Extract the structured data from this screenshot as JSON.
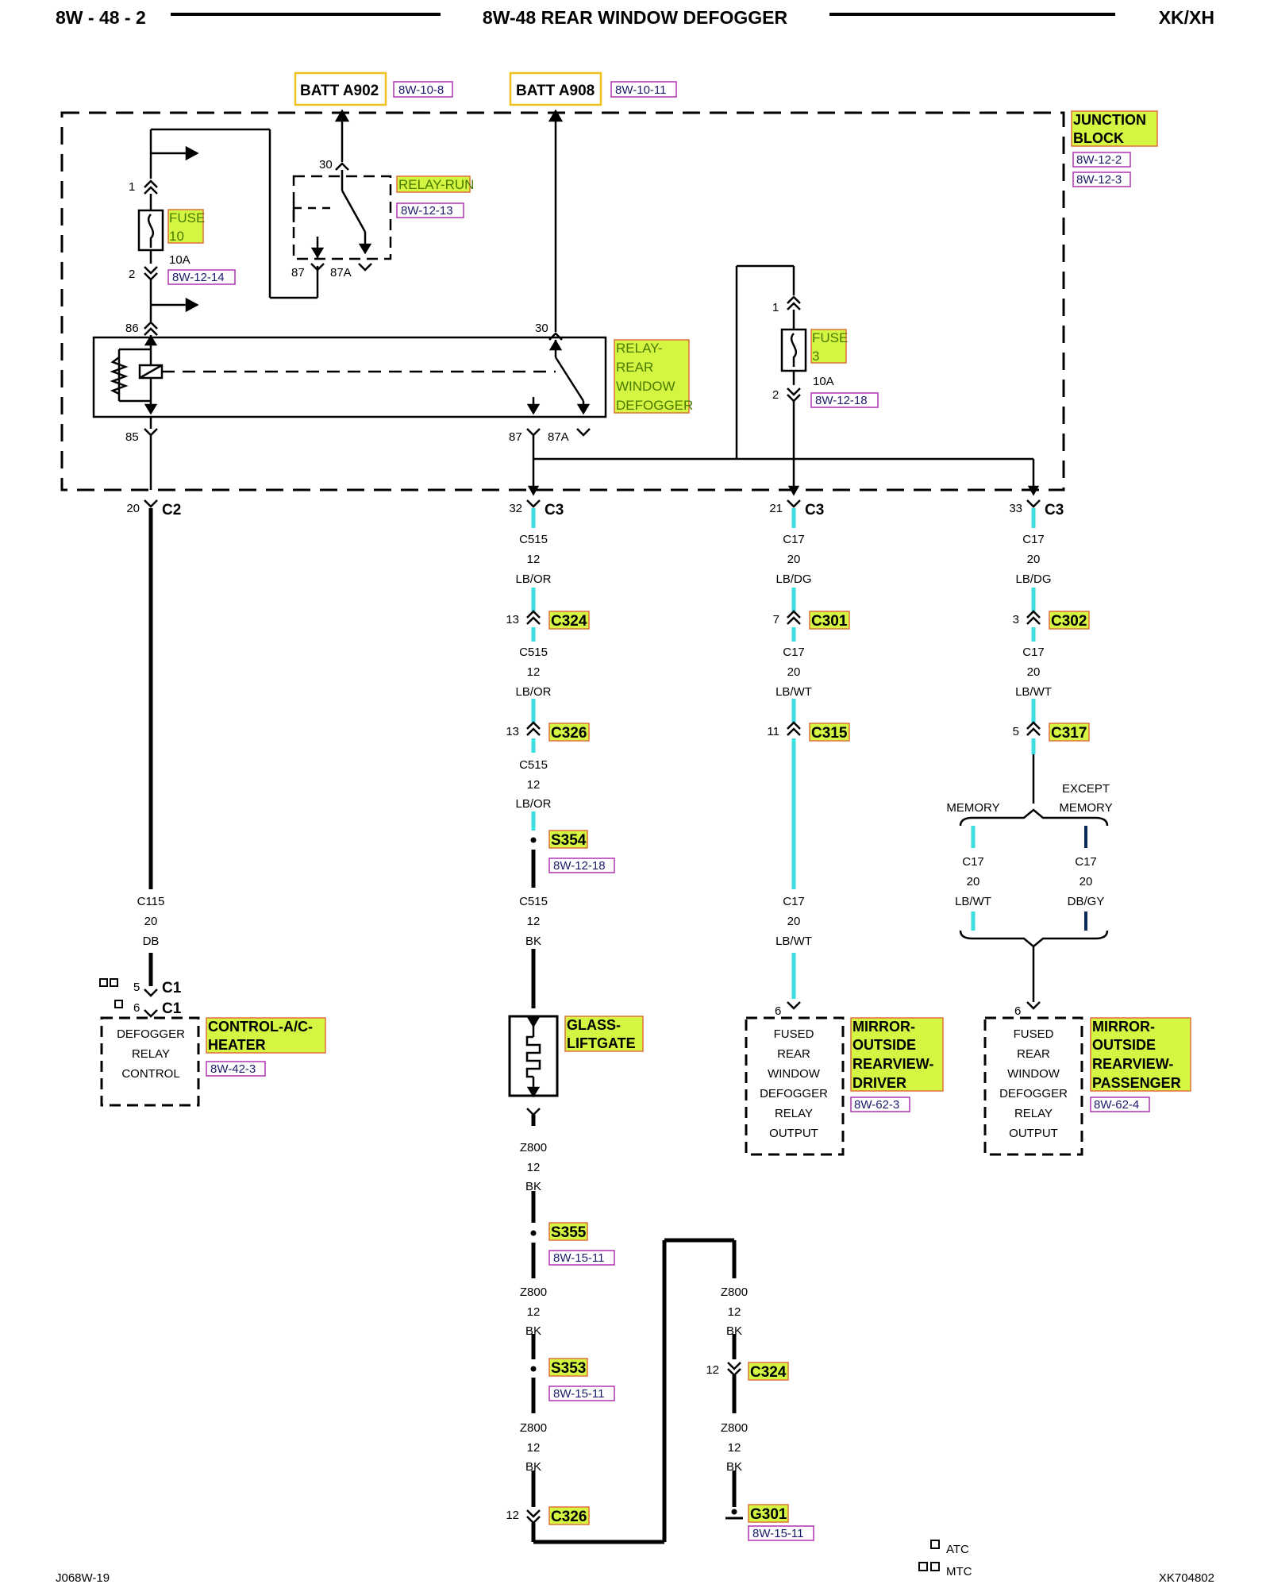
{
  "header": {
    "page_number": "8W - 48 - 2",
    "title": "8W-48 REAR WINDOW DEFOGGER",
    "model": "XK/XH"
  },
  "footer": {
    "left_code": "J068W-19",
    "right_code": "XK704802",
    "legend_atc": "ATC",
    "legend_mtc": "MTC"
  },
  "sources": {
    "batt_a902": "BATT A902",
    "batt_a902_ref": "8W-10-8",
    "batt_a908": "BATT A908",
    "batt_a908_ref": "8W-10-11"
  },
  "junction_block": {
    "title_line1": "JUNCTION",
    "title_line2": "BLOCK",
    "ref1": "8W-12-2",
    "ref2": "8W-12-3"
  },
  "relay_run": {
    "label": "RELAY-RUN",
    "ref": "8W-12-13",
    "pin30": "30",
    "pin87": "87",
    "pin87a": "87A"
  },
  "fuse10": {
    "label_line1": "FUSE",
    "label_line2": "10",
    "rating": "10A",
    "ref": "8W-12-14",
    "pin1": "1",
    "pin2": "2"
  },
  "fuse3": {
    "label_line1": "FUSE",
    "label_line2": "3",
    "rating": "10A",
    "ref": "8W-12-18",
    "pin1": "1",
    "pin2": "2"
  },
  "relay_defog": {
    "label_line1": "RELAY-",
    "label_line2": "REAR",
    "label_line3": "WINDOW",
    "label_line4": "DEFOGGER",
    "pin86": "86",
    "pin85": "85",
    "pin30": "30",
    "pin87": "87",
    "pin87a": "87A"
  },
  "connectors": {
    "c2_pin": "20",
    "c2": "C2",
    "c3a_pin": "32",
    "c3a": "C3",
    "c3b_pin": "21",
    "c3b": "C3",
    "c3c_pin": "33",
    "c3c": "C3",
    "c324a_pin": "13",
    "c324a": "C324",
    "c326a_pin": "13",
    "c326a": "C326",
    "c301_pin": "7",
    "c301": "C301",
    "c315_pin": "11",
    "c315": "C315",
    "c302_pin": "3",
    "c302": "C302",
    "c317_pin": "5",
    "c317": "C317",
    "c1a_pin": "5",
    "c1a": "C1",
    "c1b_pin": "6",
    "c1b": "C1",
    "c324b_pin": "12",
    "c324b": "C324",
    "c326b_pin": "12",
    "c326b": "C326",
    "mirror_drv_pin": "6",
    "mirror_pass_pin": "6"
  },
  "splices": {
    "s354": "S354",
    "s354_ref": "8W-12-18",
    "s355": "S355",
    "s355_ref": "8W-15-11",
    "s353": "S353",
    "s353_ref": "8W-15-11",
    "g301": "G301",
    "g301_ref": "8W-15-11"
  },
  "wires": {
    "c115": [
      "C115",
      "20",
      "DB"
    ],
    "c515_1": [
      "C515",
      "12",
      "LB/OR"
    ],
    "c515_2": [
      "C515",
      "12",
      "LB/OR"
    ],
    "c515_3": [
      "C515",
      "12",
      "LB/OR"
    ],
    "c515_4": [
      "C515",
      "12",
      "BK"
    ],
    "c17_d1": [
      "C17",
      "20",
      "LB/DG"
    ],
    "c17_d2": [
      "C17",
      "20",
      "LB/WT"
    ],
    "c17_d3": [
      "C17",
      "20",
      "LB/WT"
    ],
    "c17_p1": [
      "C17",
      "20",
      "LB/DG"
    ],
    "c17_p2": [
      "C17",
      "20",
      "LB/WT"
    ],
    "c17_mem": [
      "C17",
      "20",
      "LB/WT"
    ],
    "c17_exc": [
      "C17",
      "20",
      "DB/GY"
    ],
    "z800_1": [
      "Z800",
      "12",
      "BK"
    ],
    "z800_2": [
      "Z800",
      "12",
      "BK"
    ],
    "z800_3": [
      "Z800",
      "12",
      "BK"
    ],
    "z800_4": [
      "Z800",
      "12",
      "BK"
    ],
    "z800_5": [
      "Z800",
      "12",
      "BK"
    ]
  },
  "options": {
    "memory": "MEMORY",
    "except_line1": "EXCEPT",
    "except_line2": "MEMORY"
  },
  "components": {
    "control_box": [
      "DEFOGGER",
      "RELAY",
      "CONTROL"
    ],
    "control_label_line1": "CONTROL-A/C-",
    "control_label_line2": "HEATER",
    "control_ref": "8W-42-3",
    "glass_label_line1": "GLASS-",
    "glass_label_line2": "LIFTGATE",
    "mirror_drv_box": [
      "FUSED",
      "REAR",
      "WINDOW",
      "DEFOGGER",
      "RELAY",
      "OUTPUT"
    ],
    "mirror_drv_label": [
      "MIRROR-",
      "OUTSIDE",
      "REARVIEW-",
      "DRIVER"
    ],
    "mirror_drv_ref": "8W-62-3",
    "mirror_pass_box": [
      "FUSED",
      "REAR",
      "WINDOW",
      "DEFOGGER",
      "RELAY",
      "OUTPUT"
    ],
    "mirror_pass_label": [
      "MIRROR-",
      "OUTSIDE",
      "REARVIEW-",
      "PASSENGER"
    ],
    "mirror_pass_ref": "8W-62-4"
  },
  "colors": {
    "highlight_green": "#d4f542",
    "highlight_border": "#e0703a",
    "batt_border": "#f0c020",
    "ref_border": "#b030b0",
    "cyan_wire": "#3ddde0"
  }
}
